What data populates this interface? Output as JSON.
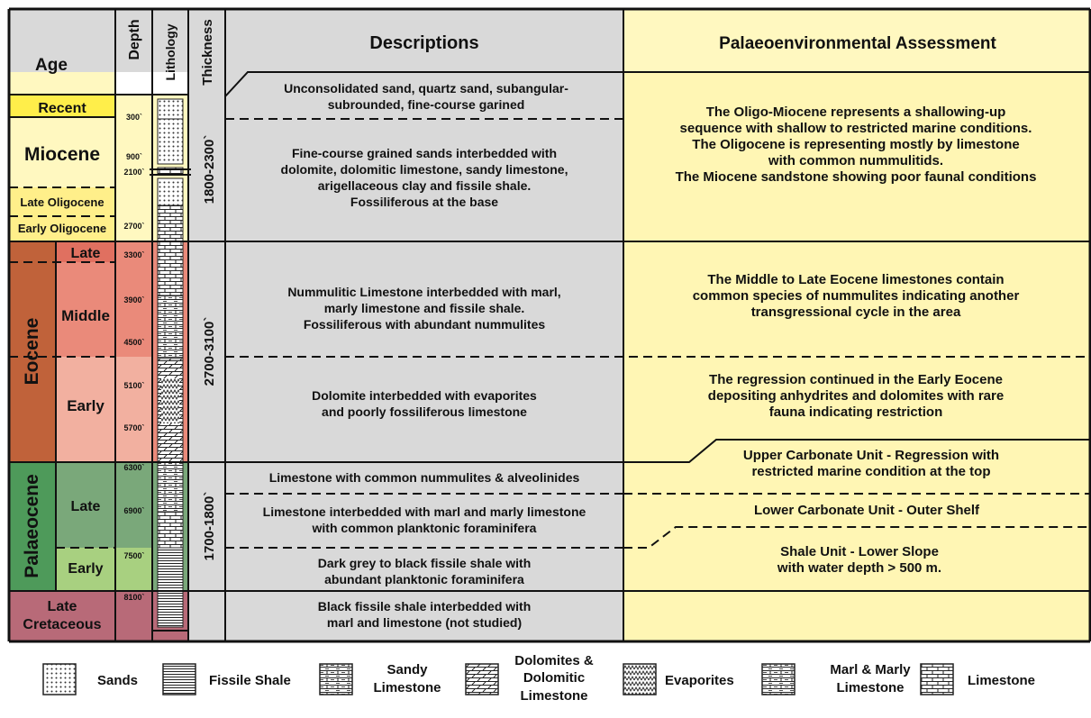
{
  "header": {
    "age": "Age",
    "depth": "Depth",
    "lithology": "Lithology",
    "thickness": "Thickness",
    "descriptions": "Descriptions",
    "palaeo": "Palaeoenvironmental Assessment"
  },
  "ages": {
    "recent": "Recent",
    "miocene": "Miocene",
    "late_oligocene": "Late Oligocene",
    "early_oligocene": "Early Oligocene",
    "eocene": "Eocene",
    "eocene_late": "Late",
    "eocene_middle": "Middle",
    "eocene_early": "Early",
    "palaeocene": "Palaeocene",
    "palaeocene_late": "Late",
    "palaeocene_early": "Early",
    "late_cretaceous_1": "Late",
    "late_cretaceous_2": "Cretaceous"
  },
  "depths": [
    "300`",
    "900`",
    "2100`",
    "2700`",
    "3300`",
    "3900`",
    "4500`",
    "5100`",
    "5700`",
    "6300`",
    "6900`",
    "7500`",
    "8100`"
  ],
  "thickness": {
    "upper": "1800-2300`",
    "middle": "2700-3100`",
    "lower": "1700-1800`"
  },
  "descriptions": {
    "d1": [
      "Unconsolidated sand, quartz sand, subangular-",
      "subrounded, fine-course garined"
    ],
    "d2": [
      "Fine-course grained sands interbedded with",
      "dolomite, dolomitic limestone, sandy limestone,",
      "arigellaceous clay and fissile shale.",
      "Fossiliferous at the base"
    ],
    "d3": [
      "Nummulitic Limestone interbedded with marl,",
      "marly limestone and fissile shale.",
      "Fossiliferous with abundant nummulites"
    ],
    "d4": [
      "Dolomite interbedded with evaporites",
      "and poorly fossiliferous limestone"
    ],
    "d5": [
      "Limestone with common nummulites & alveolinides"
    ],
    "d6": [
      "Limestone interbedded with marl and marly limestone",
      "with common planktonic foraminifera"
    ],
    "d7": [
      "Dark grey to black fissile shale with",
      "abundant planktonic foraminifera"
    ],
    "d8": [
      "Black fissile shale interbedded with",
      "marl and limestone (not studied)"
    ]
  },
  "palaeo": {
    "p1": [
      "The Oligo-Miocene represents a shallowing-up",
      "sequence with shallow to restricted marine conditions.",
      "The Oligocene is representing mostly by limestone",
      "with common nummulitids.",
      "The Miocene sandstone showing poor faunal conditions"
    ],
    "p2": [
      "The Middle to Late Eocene limestones contain",
      "common species of nummulites indicating another",
      "transgressional cycle in the area"
    ],
    "p3": [
      "The regression continued in the Early Eocene",
      "depositing anhydrites and dolomites with rare",
      "fauna indicating restriction"
    ],
    "p4": [
      "Upper Carbonate Unit - Regression with",
      "restricted marine condition at the top"
    ],
    "p5": [
      "Lower Carbonate Unit - Outer Shelf"
    ],
    "p6": [
      "Shale Unit - Lower Slope",
      "with water depth > 500 m."
    ]
  },
  "legend": {
    "sands": "Sands",
    "fissile_shale": "Fissile Shale",
    "sandy_limestone": [
      "Sandy",
      "Limestone"
    ],
    "dolomites": [
      "Dolomites &",
      "Dolomitic",
      "Limestone"
    ],
    "evaporites": "Evaporites",
    "marl": [
      "Marl & Marly",
      "Limestone"
    ],
    "limestone": "Limestone"
  },
  "colors": {
    "grey": "#d9d9d9",
    "yellow_light": "#fff8c0",
    "yellow": "#ffef8a",
    "yellow_bright": "#ffee4a",
    "eocene_dark": "#c0623a",
    "eocene_late": "#e07060",
    "eocene_mid": "#ea8a7a",
    "eocene_early": "#f2b0a0",
    "palaeo_dark": "#4e9a5a",
    "palaeo_late": "#7aa87a",
    "palaeo_early": "#a8d080",
    "cretaceous": "#b86a78",
    "palaeo_bg": "#fff6b4"
  }
}
